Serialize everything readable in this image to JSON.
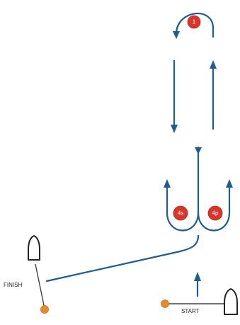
{
  "marks": {
    "top": "1",
    "gate_left": "4s",
    "gate_right": "4p"
  },
  "lines": {
    "finish_label": "FINISH",
    "start_label": "START"
  },
  "colors": {
    "course": "#1f5c8f",
    "mark": "#d9362b",
    "pin": "#e88a2a",
    "boat": "#222222"
  },
  "icons": [
    "sailboat-icon",
    "pin-end-buoy-icon",
    "course-arrow-icon",
    "rounding-mark-icon"
  ]
}
